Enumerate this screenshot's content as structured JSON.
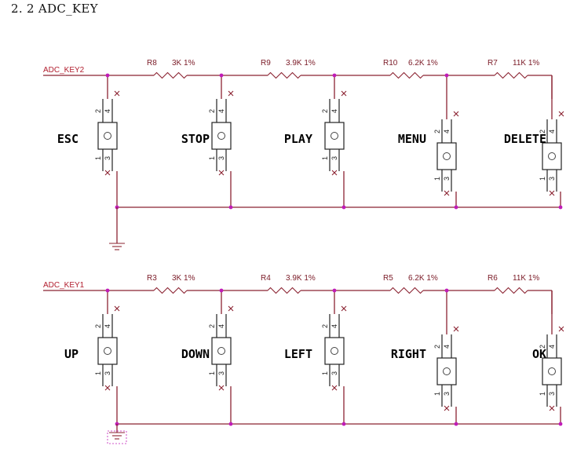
{
  "heading": "2. 2 ADC_KEY",
  "colors": {
    "wire": "#8b2332",
    "junction": "#c01cb8",
    "net_label": "#b11e2e"
  },
  "rows": [
    {
      "net": "ADC_KEY2",
      "resistors": [
        {
          "ref": "R8",
          "value": "3K 1%"
        },
        {
          "ref": "R9",
          "value": "3.9K 1%"
        },
        {
          "ref": "R10",
          "value": "6.2K 1%"
        },
        {
          "ref": "R7",
          "value": "11K 1%"
        }
      ],
      "keys": [
        "ESC",
        "STOP",
        "PLAY",
        "MENU",
        "DELETE"
      ]
    },
    {
      "net": "ADC_KEY1",
      "resistors": [
        {
          "ref": "R3",
          "value": "3K 1%"
        },
        {
          "ref": "R4",
          "value": "3.9K 1%"
        },
        {
          "ref": "R5",
          "value": "6.2K 1%"
        },
        {
          "ref": "R6",
          "value": "11K 1%"
        }
      ],
      "keys": [
        "UP",
        "DOWN",
        "LEFT",
        "RIGHT",
        "OK"
      ]
    }
  ],
  "pin_numbers": [
    "2",
    "4",
    "1",
    "3"
  ]
}
